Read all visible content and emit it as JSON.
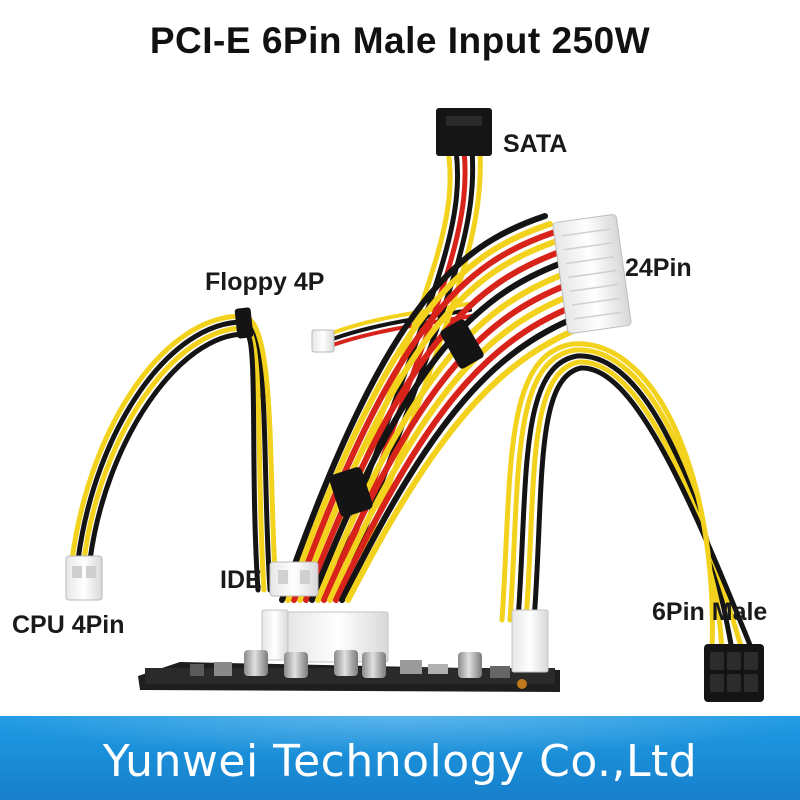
{
  "title": "PCI-E 6Pin Male Input 250W",
  "labels": {
    "sata": "SATA",
    "pin24": "24Pin",
    "floppy": "Floppy 4P",
    "ide": "IDE",
    "cpu": "CPU 4Pin",
    "pin6_male": "6Pin Male"
  },
  "banner": {
    "text": "Yunwei Technology Co.,Ltd"
  },
  "colors": {
    "background": "#ffffff",
    "wire_yellow": "#f2d21c",
    "wire_red": "#d8231b",
    "wire_black": "#141414",
    "connector": "#f4f4f4",
    "banner": "#1b8fd9"
  }
}
